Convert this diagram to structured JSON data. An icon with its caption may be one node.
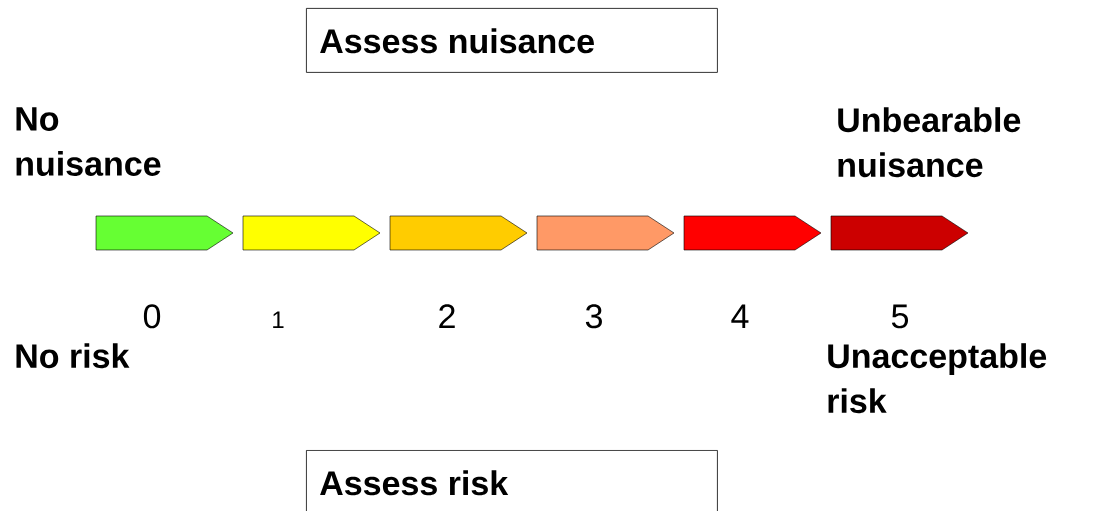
{
  "diagram": {
    "nodes": [
      {
        "text": [
          "Assess nuisance"
        ]
      },
      {
        "text": [],
        "shape": "arrow",
        "beside": [
          "0"
        ]
      },
      {
        "text": [],
        "shape": "arrow",
        "beside": [
          "1"
        ]
      },
      {
        "text": [],
        "shape": "arrow",
        "beside": [
          "2"
        ]
      },
      {
        "text": [],
        "shape": "arrow",
        "beside": [
          "3"
        ]
      },
      {
        "text": [],
        "shape": "arrow",
        "beside": [
          "4"
        ]
      },
      {
        "text": [],
        "shape": "arrow",
        "beside": [
          "5"
        ]
      },
      {
        "text": [
          "Assess risk"
        ]
      }
    ],
    "labels": [
      "No nuisance",
      "Unbearable nuisance",
      "No risk",
      "Unacceptable risk"
    ]
  }
}
